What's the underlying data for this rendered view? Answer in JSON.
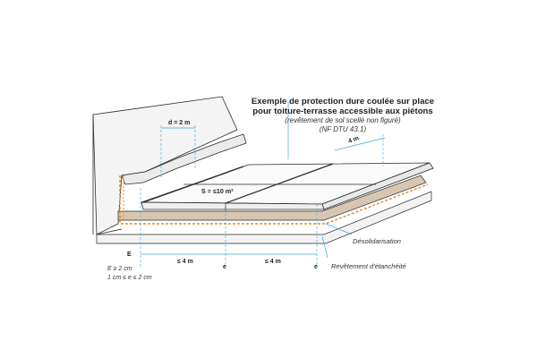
{
  "title": {
    "line1": "Exemple de protection dure coulée sur place",
    "line2": "pour toiture-terrasse accessible aux piétons",
    "line3": "(revêtement de sol scellé non figuré)",
    "line4": "(NF DTU 43.1)"
  },
  "labels": {
    "desolidarisation": "Désolidarisation",
    "revetement": "Revêtement d'étanchéité",
    "area": "S = ≤10 m²",
    "d": "d = 2 m",
    "depth": "4 m",
    "span1": "≤ 4 m",
    "span2": "≤ 4 m",
    "E": "E",
    "e1": "e",
    "e2": "e",
    "note1": "E  ≥ 2 cm",
    "note2": "1 cm  ≤  e  ≤ 2 cm"
  },
  "colors": {
    "line": "#2a2a2a",
    "wall": "#f4f4f4",
    "slab_top": "#fafafa",
    "membrane": "#d8c7b0",
    "orange": "#e08a2c",
    "dim": "#3fa5d8"
  }
}
